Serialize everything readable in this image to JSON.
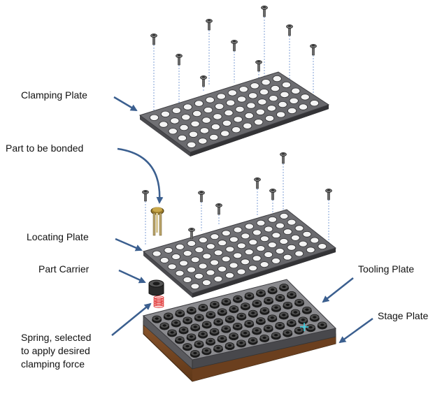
{
  "labels": {
    "clamping_plate": "Clamping Plate",
    "part_to_be_bonded": "Part to be bonded",
    "locating_plate": "Locating Plate",
    "part_carrier": "Part Carrier",
    "tooling_plate": "Tooling Plate",
    "stage_plate": "Stage Plate",
    "spring_line1": "Spring, selected",
    "spring_line2": "to apply desired",
    "spring_line3": "clamping force"
  },
  "colors": {
    "plate_gray": "#6f6f73",
    "plate_edge": "#3c3c40",
    "stage_brown": "#7a4a26",
    "arrow_blue": "#3b5f8f",
    "guide_blue": "#7f9fd6",
    "spring_red": "#e03030",
    "part_gold": "#9a7a2a"
  },
  "icons": {
    "screw": "screw-icon",
    "spring": "spring-icon",
    "carrier": "part-carrier-icon",
    "bonded_part": "bonded-part-icon"
  }
}
